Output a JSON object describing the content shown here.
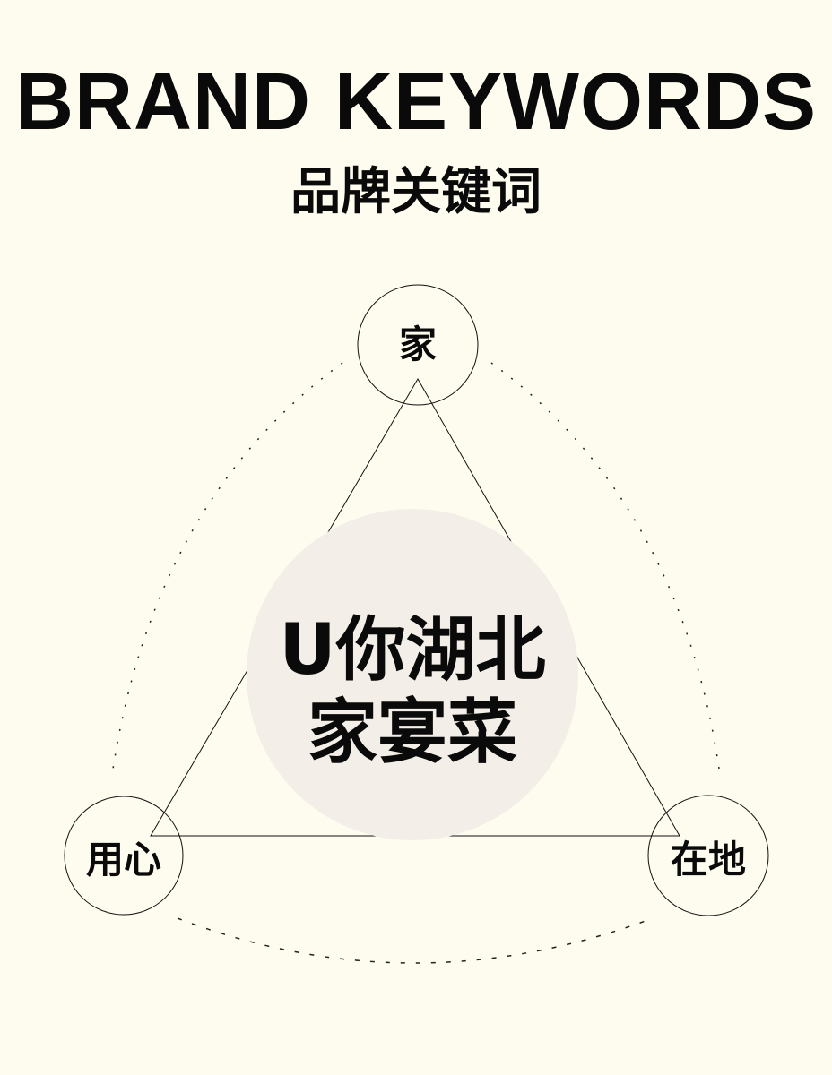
{
  "header": {
    "title": "BRAND KEYWORDS",
    "subtitle": "品牌关键词"
  },
  "diagram": {
    "center": {
      "line1": "U你湖北",
      "line2": "家宴菜"
    },
    "nodes": {
      "top": "家",
      "left": "用心",
      "right": "在地"
    }
  },
  "colors": {
    "background": "#fdfcee",
    "center_fill": "#f3efe8",
    "stroke": "#111111"
  }
}
